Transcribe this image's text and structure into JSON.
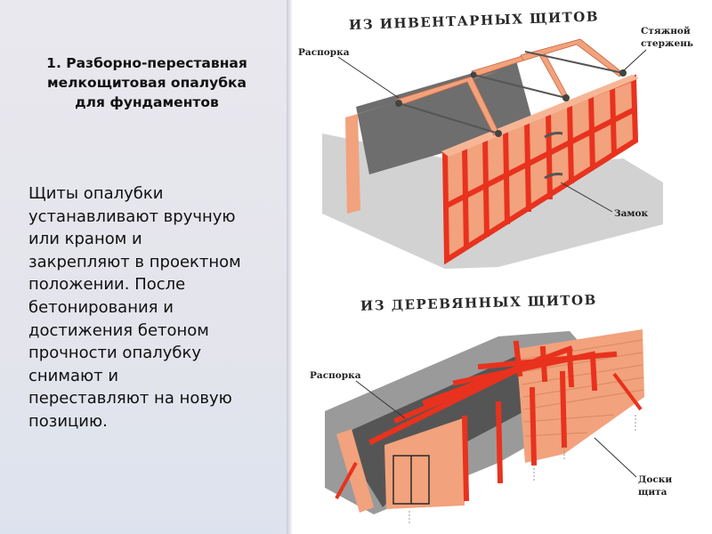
{
  "slide": {
    "title_lines": [
      "1. Разборно-переставная",
      "мелкощитовая опалубка",
      "для фундаментов"
    ],
    "body_lines": [
      "Щиты опалубки",
      "устанавливают вручную",
      "или краном и",
      "закрепляют в проектном",
      "положении. После",
      "бетонирования и",
      "достижения бетоном",
      "прочности опалубку",
      "снимают и",
      "переставляют на новую",
      "позицию."
    ]
  },
  "diagram_top": {
    "heading": "ИЗ ИНВЕНТАРНЫХ ЩИТОВ",
    "labels": {
      "strut": "Распорка",
      "tie_rod_line1": "Стяжной",
      "tie_rod_line2": "стержень",
      "lock": "Замок"
    }
  },
  "diagram_bottom": {
    "heading": "ИЗ ДЕРЕВЯННЫХ ЩИТОВ",
    "labels": {
      "strut": "Распорка",
      "boards_line1": "Доски",
      "boards_line2": "щита"
    }
  },
  "colors": {
    "frame_red": "#e8321e",
    "panel_salmon": "#f2a27c",
    "panel_dark": "#6e6e6e",
    "ground": "#d2d2d2"
  }
}
